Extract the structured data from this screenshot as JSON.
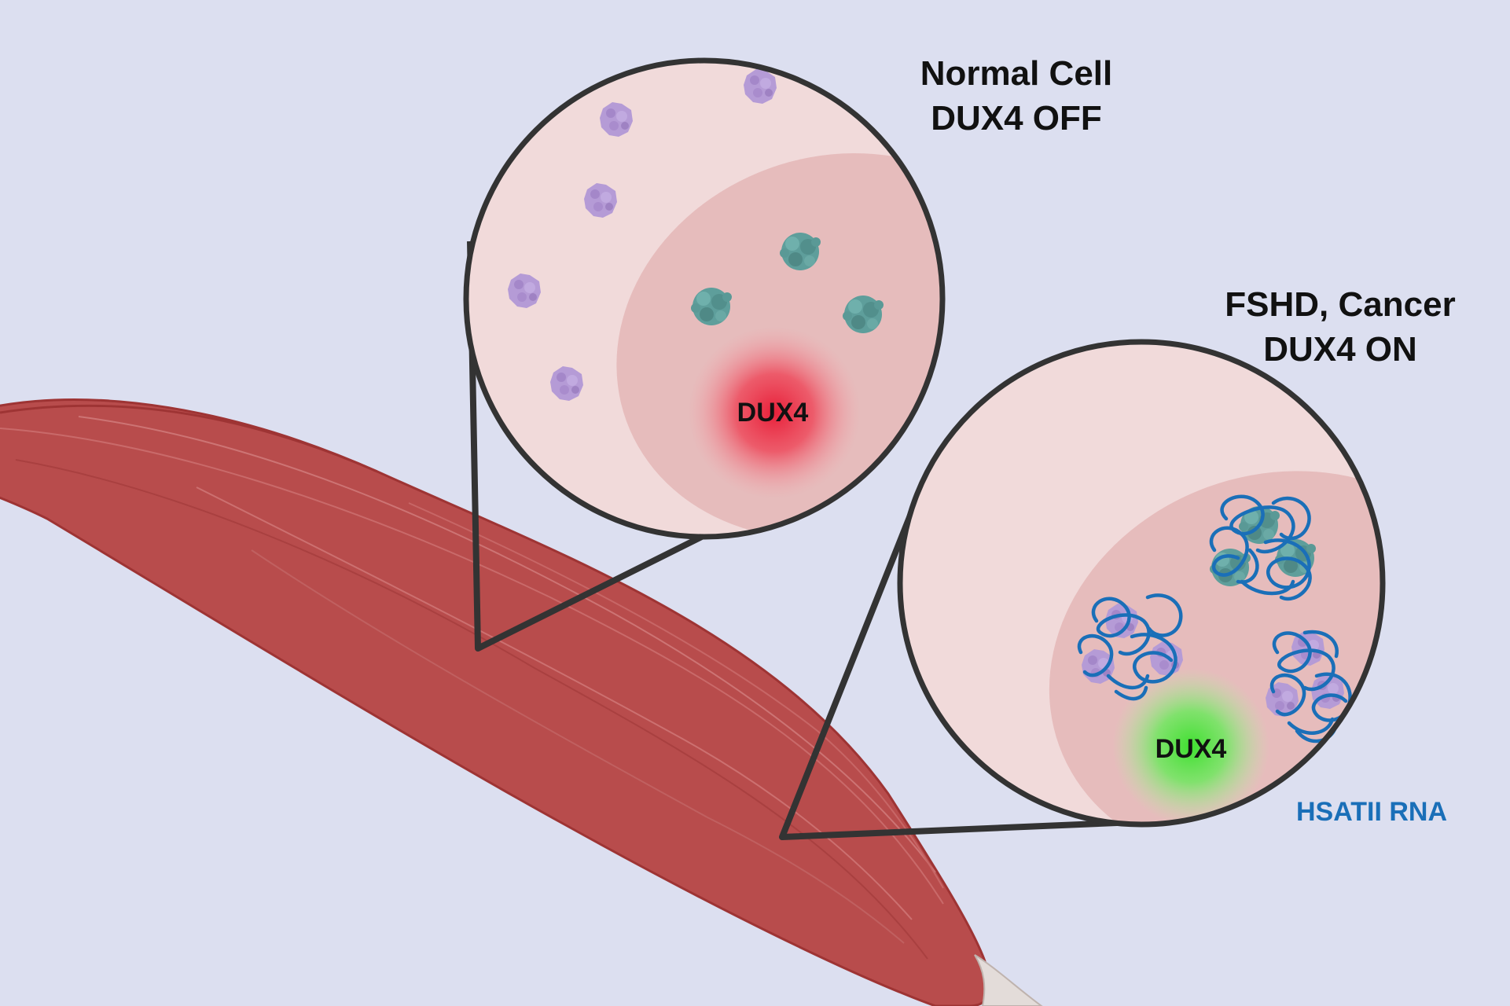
{
  "colors": {
    "background": "#dcdff0",
    "muscle": "#b84c4c",
    "muscle_dark": "#9e3434",
    "cell_cytoplasm": "#f1dada",
    "cell_nucleus": "#e6bcbc",
    "outline": "#333333",
    "protein_purple": "#b59bd6",
    "protein_teal": "#5e9e9b",
    "dux4_off_glow": "#e8283c",
    "dux4_on_glow": "#44e23a",
    "hsatii_rna": "#1a6fb8",
    "tendon": "#e3dcd9"
  },
  "normal_cell": {
    "title_line1": "Normal Cell",
    "title_line2": "DUX4 OFF",
    "dux4_label": "DUX4"
  },
  "disease_cell": {
    "title_line1": "FSHD, Cancer",
    "title_line2": "DUX4 ON",
    "dux4_label": "DUX4",
    "rna_label": "HSATII RNA"
  }
}
